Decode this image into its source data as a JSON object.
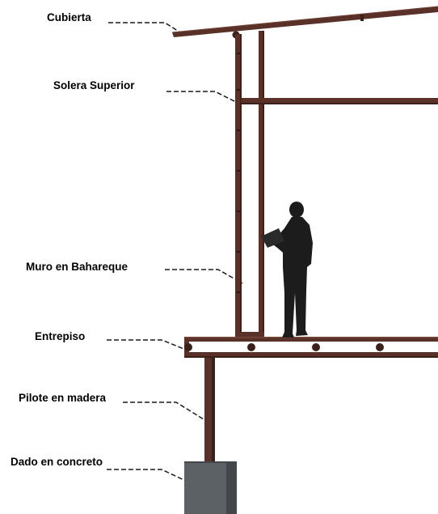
{
  "labels": {
    "cubierta": "Cubierta",
    "solera_superior": "Solera Superior",
    "muro": "Muro en Bahareque",
    "entrepiso": "Entrepiso",
    "pilote": "Pilote en madera",
    "dado": "Dado en concreto"
  },
  "colors": {
    "wood": "#5a3128",
    "wood_dark": "#3b1f19",
    "wood_light": "#74463a",
    "concrete": "#5c6166",
    "concrete_dark": "#43474b",
    "silhouette": "#1c1c1c",
    "leader": "#1a1a1a"
  }
}
